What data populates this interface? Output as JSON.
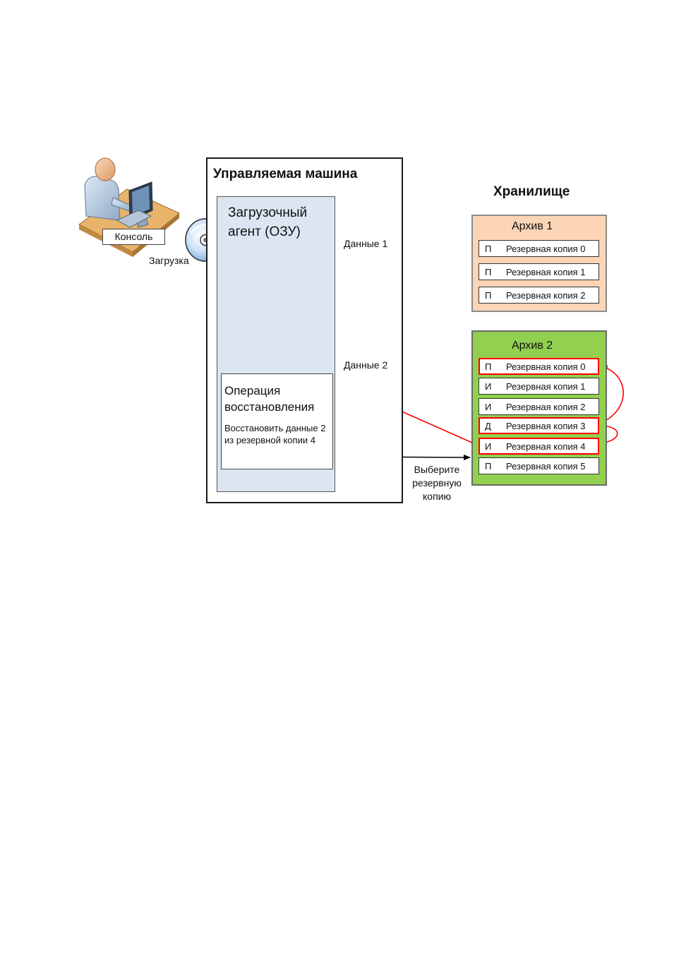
{
  "machine": {
    "title": "Управляемая машина",
    "agent_label": "Загрузочный агент (ОЗУ)",
    "recovery": {
      "title": "Операция восстановления",
      "description": "Восстановить данные 2 из резервной копии 4"
    },
    "data1_label": "Данные 1",
    "data2_label": "Данные 2"
  },
  "console": {
    "label": "Консоль",
    "boot_label": "Загрузка"
  },
  "storage": {
    "title": "Хранилище",
    "archive1": {
      "title": "Архив 1",
      "color": "#fbd5b5",
      "backups": [
        {
          "type": "П",
          "name": "Резервная копия 0"
        },
        {
          "type": "П",
          "name": "Резервная копия 1"
        },
        {
          "type": "П",
          "name": "Резервная копия 2"
        }
      ]
    },
    "archive2": {
      "title": "Архив 2",
      "color": "#92d050",
      "backups": [
        {
          "type": "П",
          "name": "Резервная копия 0",
          "highlighted": true
        },
        {
          "type": "И",
          "name": "Резервная копия 1",
          "highlighted": false
        },
        {
          "type": "И",
          "name": "Резервная копия 2",
          "highlighted": false
        },
        {
          "type": "Д",
          "name": "Резервная копия 3",
          "highlighted": true
        },
        {
          "type": "И",
          "name": "Резервная копия 4",
          "highlighted": true
        },
        {
          "type": "П",
          "name": "Резервная копия 5",
          "highlighted": false
        }
      ]
    }
  },
  "select_backup_label": "Выберите резервную копию",
  "icons": [
    "user-at-workstation-icon",
    "boot-cd-icon",
    "database-icon"
  ],
  "colors": {
    "agent_fill": "#dce6f2",
    "highlight": "#ff0000",
    "arrow": "#000000"
  }
}
